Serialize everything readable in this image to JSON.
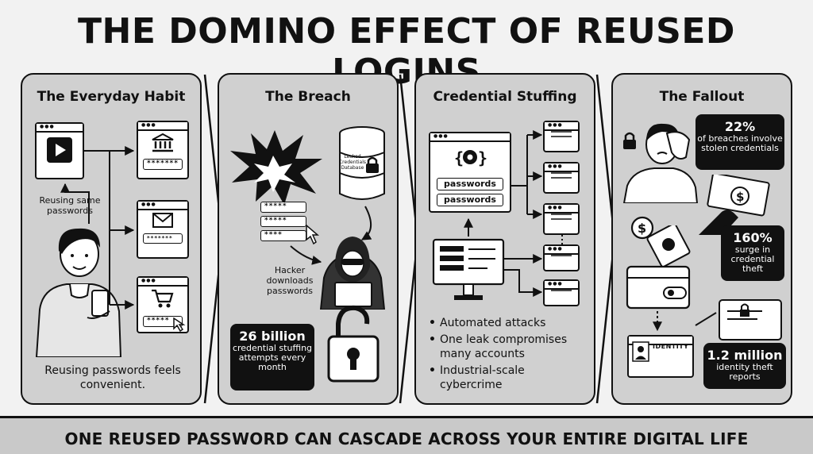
{
  "title": "THE DOMINO EFFECT OF REUSED LOGINS",
  "panels": [
    {
      "title": "The Everyday Habit",
      "label_reuse": "Reusing same passwords",
      "caption": "Reusing passwords feels convenient.",
      "bank_field": "*******",
      "mail_field": "*******",
      "shop_field": "*****"
    },
    {
      "title": "The Breach",
      "fields": [
        "*****",
        "*****",
        "****"
      ],
      "db_label": "Leaked Credentials Database",
      "hacker_note": "Hacker downloads passwords",
      "stat_big": "26 billion",
      "stat_text": "credential stuffing attempts every month"
    },
    {
      "title": "Credential Stuffing",
      "field1": "passwords",
      "field2": "passwords",
      "bullets": [
        "Automated attacks",
        "One leak compromises many accounts",
        "Industrial-scale cybercrime"
      ]
    },
    {
      "title": "The Fallout",
      "stat1_big": "22%",
      "stat1_text": "of breaches involve stolen credentials",
      "stat2_big": "160%",
      "stat2_text": "surge in credential theft",
      "stat3_big": "1.2 million",
      "stat3_text": "identity theft reports",
      "identity_label": "IDENTITY",
      "currency_symbol": "$"
    }
  ],
  "footer": "ONE REUSED PASSWORD CAN CASCADE ACROSS YOUR ENTIRE DIGITAL LIFE"
}
